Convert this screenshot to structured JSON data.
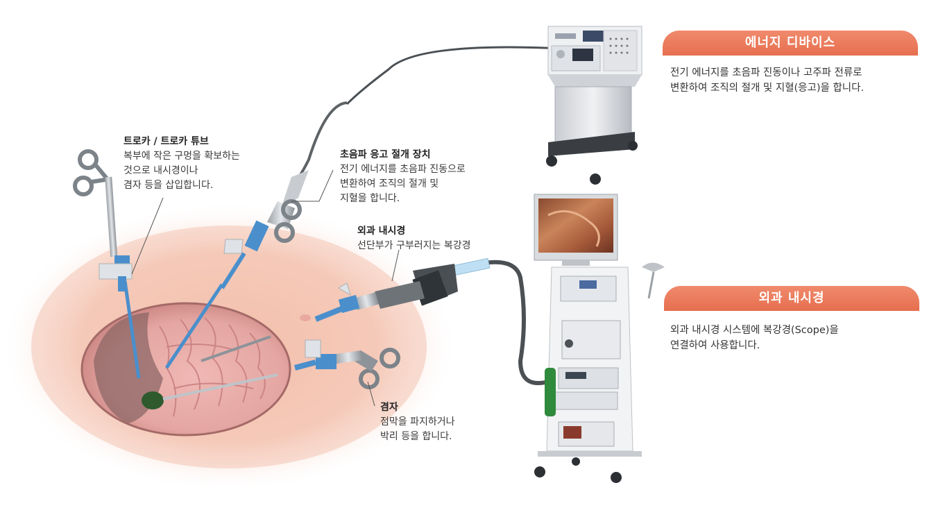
{
  "panels": {
    "energy": {
      "title": "에너지 디바이스",
      "desc_line1": "전기 에너지를 초음파 진동이나 고주파 전류로",
      "desc_line2": "변환하여 조직의 절개 및 지혈(응고)을 합니다."
    },
    "scope": {
      "title": "외과 내시경",
      "desc_line1": "외과 내시경 시스템에 복강경(Scope)을",
      "desc_line2": "연결하여 사용합니다."
    }
  },
  "callouts": {
    "trocar": {
      "title": "트로카 / 트로카 튜브",
      "line1": "복부에 작은 구멍을 확보하는",
      "line2": "것으로 내시경이나",
      "line3": "겸자 등을 삽입합니다."
    },
    "ultrasonic": {
      "title": "초음파 응고 절개 장치",
      "line1": "전기 에너지를 초음파 진동으로",
      "line2": "변환하여 조직의 절개 및",
      "line3": "지혈을 합니다."
    },
    "endoscope": {
      "title": "외과 내시경",
      "line1": "선단부가 구부러지는 복강경"
    },
    "forceps": {
      "title": "겸자",
      "line1": "점막을 파지하거나",
      "line2": "박리 등을 합니다."
    }
  },
  "colors": {
    "panel_header": "#ec7a5b",
    "instrument_blue": "#4a8fcc",
    "abdomen_pink": "#f6cfc0"
  }
}
